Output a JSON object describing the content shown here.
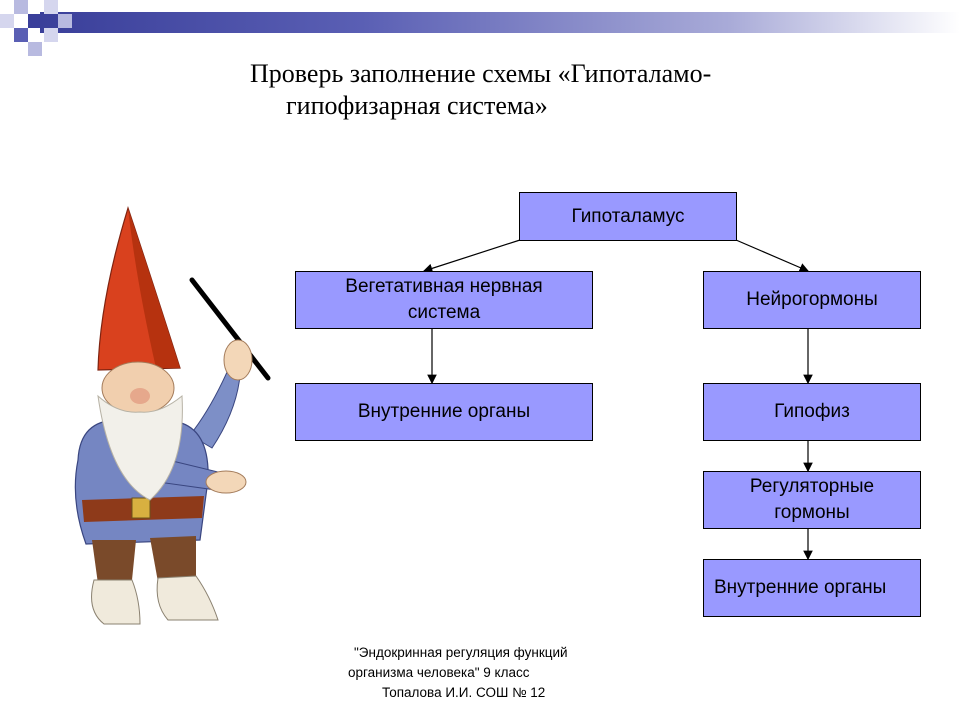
{
  "slide": {
    "title_line1": "Проверь заполнение схемы «Гипоталамо-",
    "title_line2": "гипофизарная система»"
  },
  "diagram": {
    "hypothalamus": "Гипоталамус",
    "ans_line1": "Вегетативная нервная",
    "ans_line2": "система",
    "neurohormones": "Нейрогормоны",
    "organs_left": "Внутренние органы",
    "pituitary": "Гипофиз",
    "regulatory_line1": "Регуляторные",
    "regulatory_line2": "гормоны",
    "organs_right": "Внутренние органы"
  },
  "footer": {
    "line1": "\"Эндокринная регуляция функций",
    "line2": "организма человека\"  9 класс",
    "line3": "Топалова И.И. СОШ № 12"
  },
  "colors": {
    "box_fill": "#9999ff",
    "header_bar": "#3a3f9a"
  },
  "illustration": {
    "icon": "gnome-with-pointer-illustration"
  }
}
